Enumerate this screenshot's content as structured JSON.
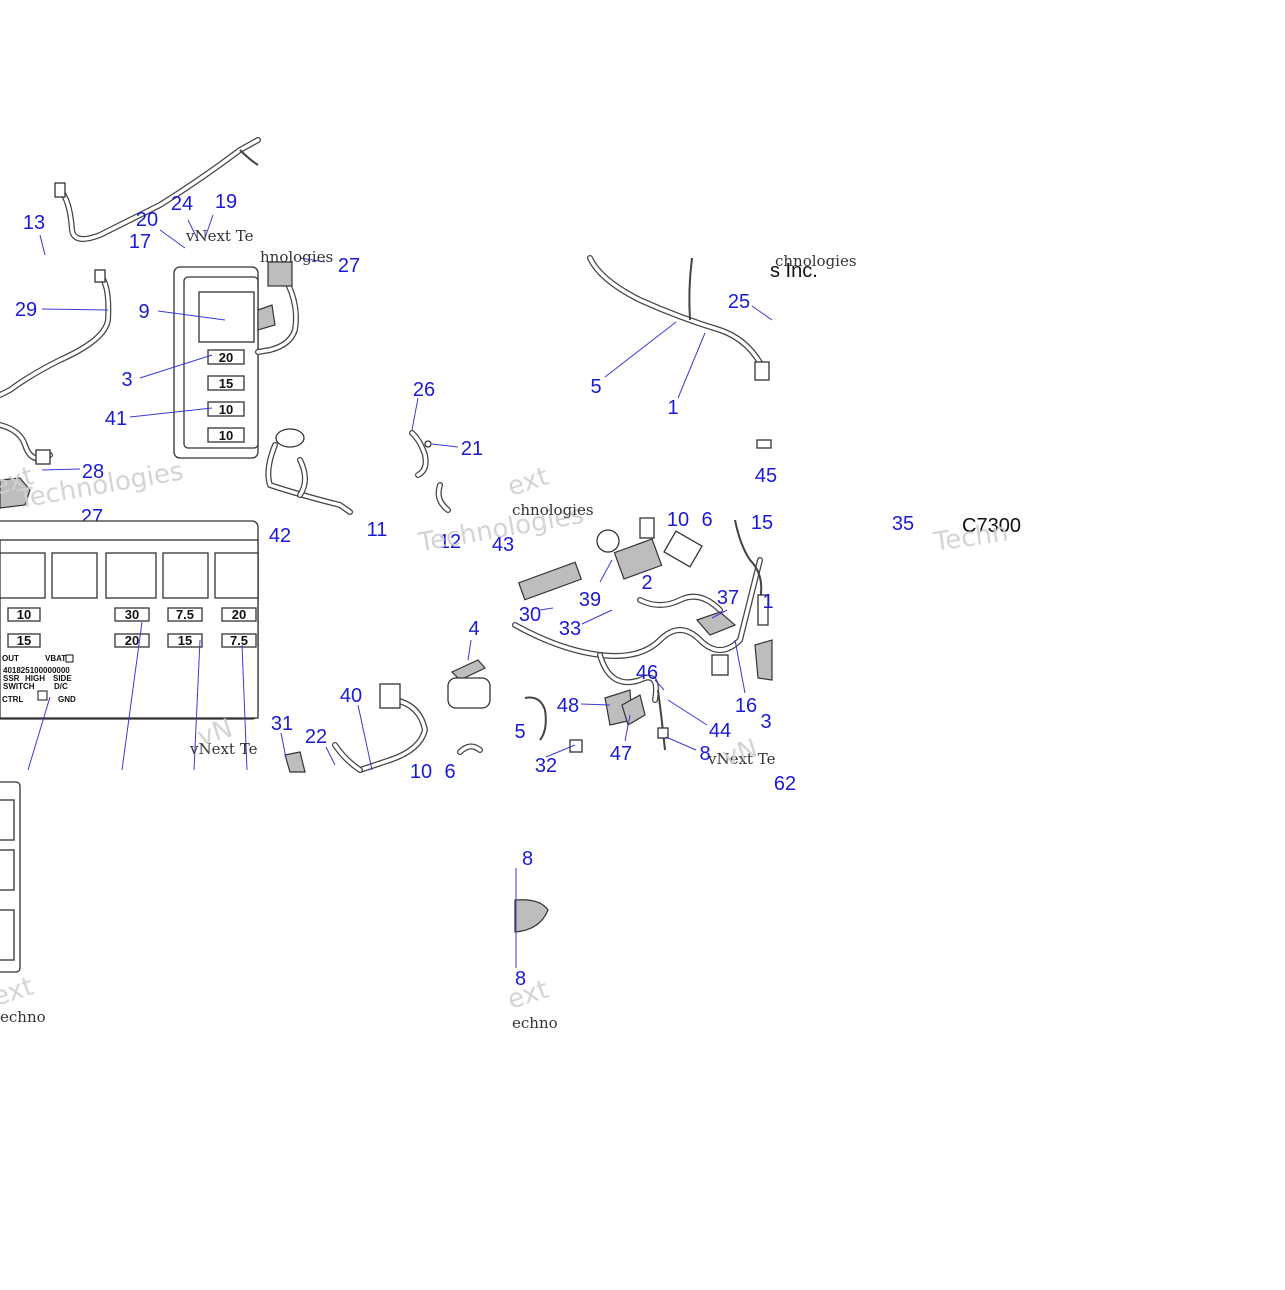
{
  "diagram": {
    "code": "C7300",
    "company_fragment": "s Inc.",
    "watermark": {
      "brand_parts": [
        "vNext Te",
        "Techn",
        "vNext Te",
        "vNext Te",
        "ext",
        "Technologies",
        "vNext Te",
        "ext",
        "echno",
        "ext",
        "chnologies",
        "Technologies",
        "vNext Te",
        "Techn",
        "vN"
      ],
      "script_parts": [
        "vNext Te",
        "hnologies",
        "chnologies"
      ]
    },
    "callouts": [
      "13",
      "20",
      "24",
      "19",
      "17",
      "29",
      "9",
      "3",
      "41",
      "28",
      "27",
      "27",
      "26",
      "21",
      "42",
      "11",
      "12",
      "5",
      "1",
      "25",
      "45",
      "43",
      "10",
      "6",
      "15",
      "2",
      "39",
      "30",
      "33",
      "37",
      "46",
      "48",
      "5",
      "44",
      "16",
      "47",
      "32",
      "8",
      "3",
      "1",
      "62",
      "35",
      "4",
      "40",
      "31",
      "22",
      "10",
      "6",
      "8",
      "8"
    ],
    "fuse_labels": [
      "20",
      "15",
      "10",
      "10",
      "10",
      "15",
      "30",
      "20",
      "7.5",
      "15",
      "20",
      "7.5"
    ],
    "relay_text": {
      "out": "OUT",
      "vbat": "VBAT",
      "part_number": "401825100000000",
      "ssr": "SSR",
      "high": "HIGH",
      "side": "SIDE",
      "switch": "SWITCH",
      "dc": "D/C",
      "ctrl": "CTRL",
      "gnd": "GND"
    }
  }
}
